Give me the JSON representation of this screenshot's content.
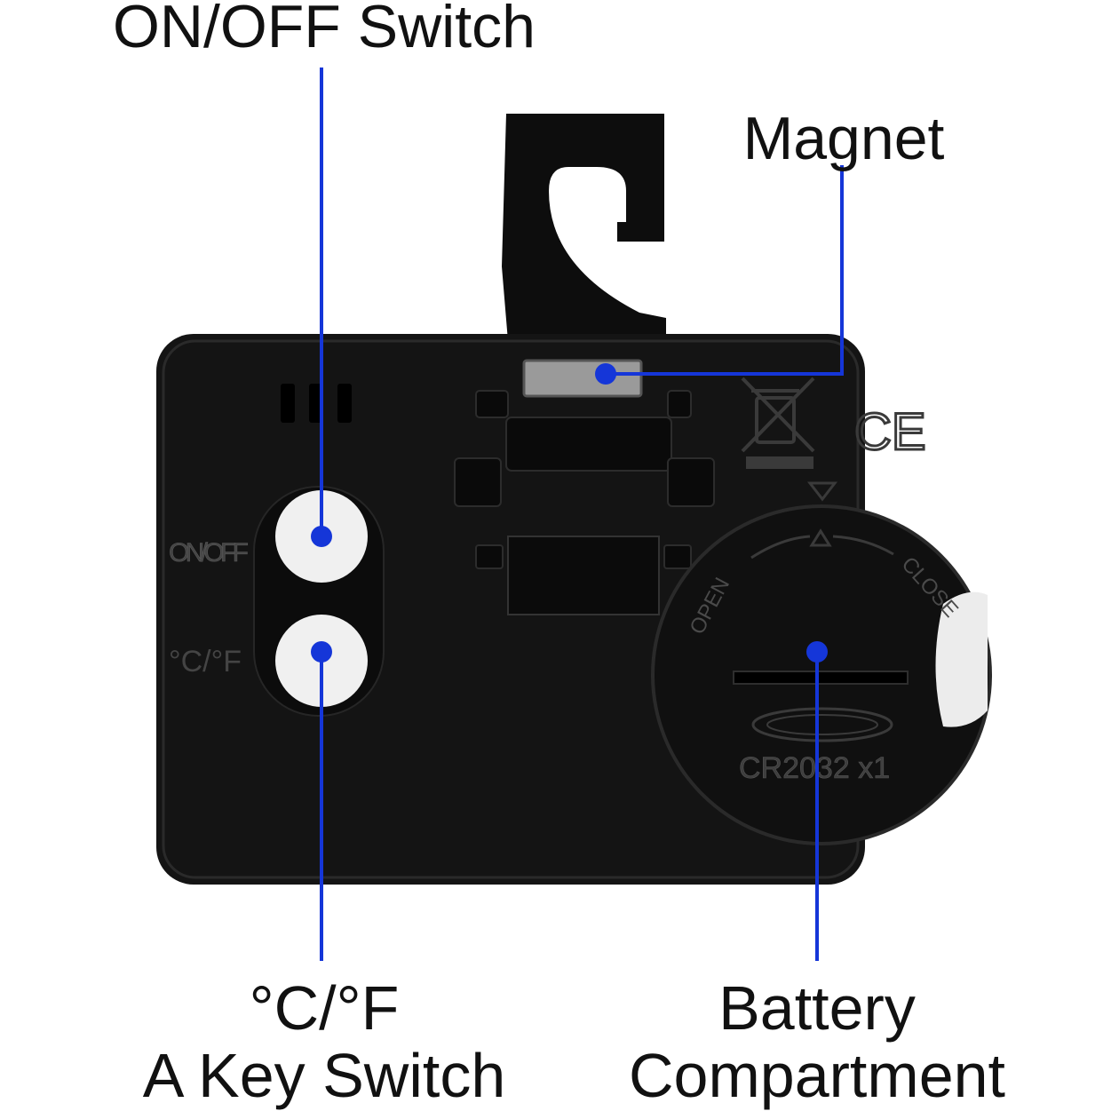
{
  "callouts": {
    "on_off": "ON/OFF Switch",
    "magnet": "Magnet",
    "cf_line1": "°C/°F",
    "cf_line2": "A Key Switch",
    "battery_line1": "Battery",
    "battery_line2": "Compartment"
  },
  "device_markings": {
    "on_off": "ON/OFF",
    "cf": "°C/°F",
    "open": "OPEN",
    "close": "CLOSE",
    "battery": "CR2032 x1",
    "ce": "CE"
  },
  "colors": {
    "pointer": "#1536d8",
    "body": "#141414",
    "buttons": "#f0f0f0"
  },
  "icons": [
    "weee-bin-icon",
    "ce-mark-icon",
    "arrow-down-icon"
  ]
}
